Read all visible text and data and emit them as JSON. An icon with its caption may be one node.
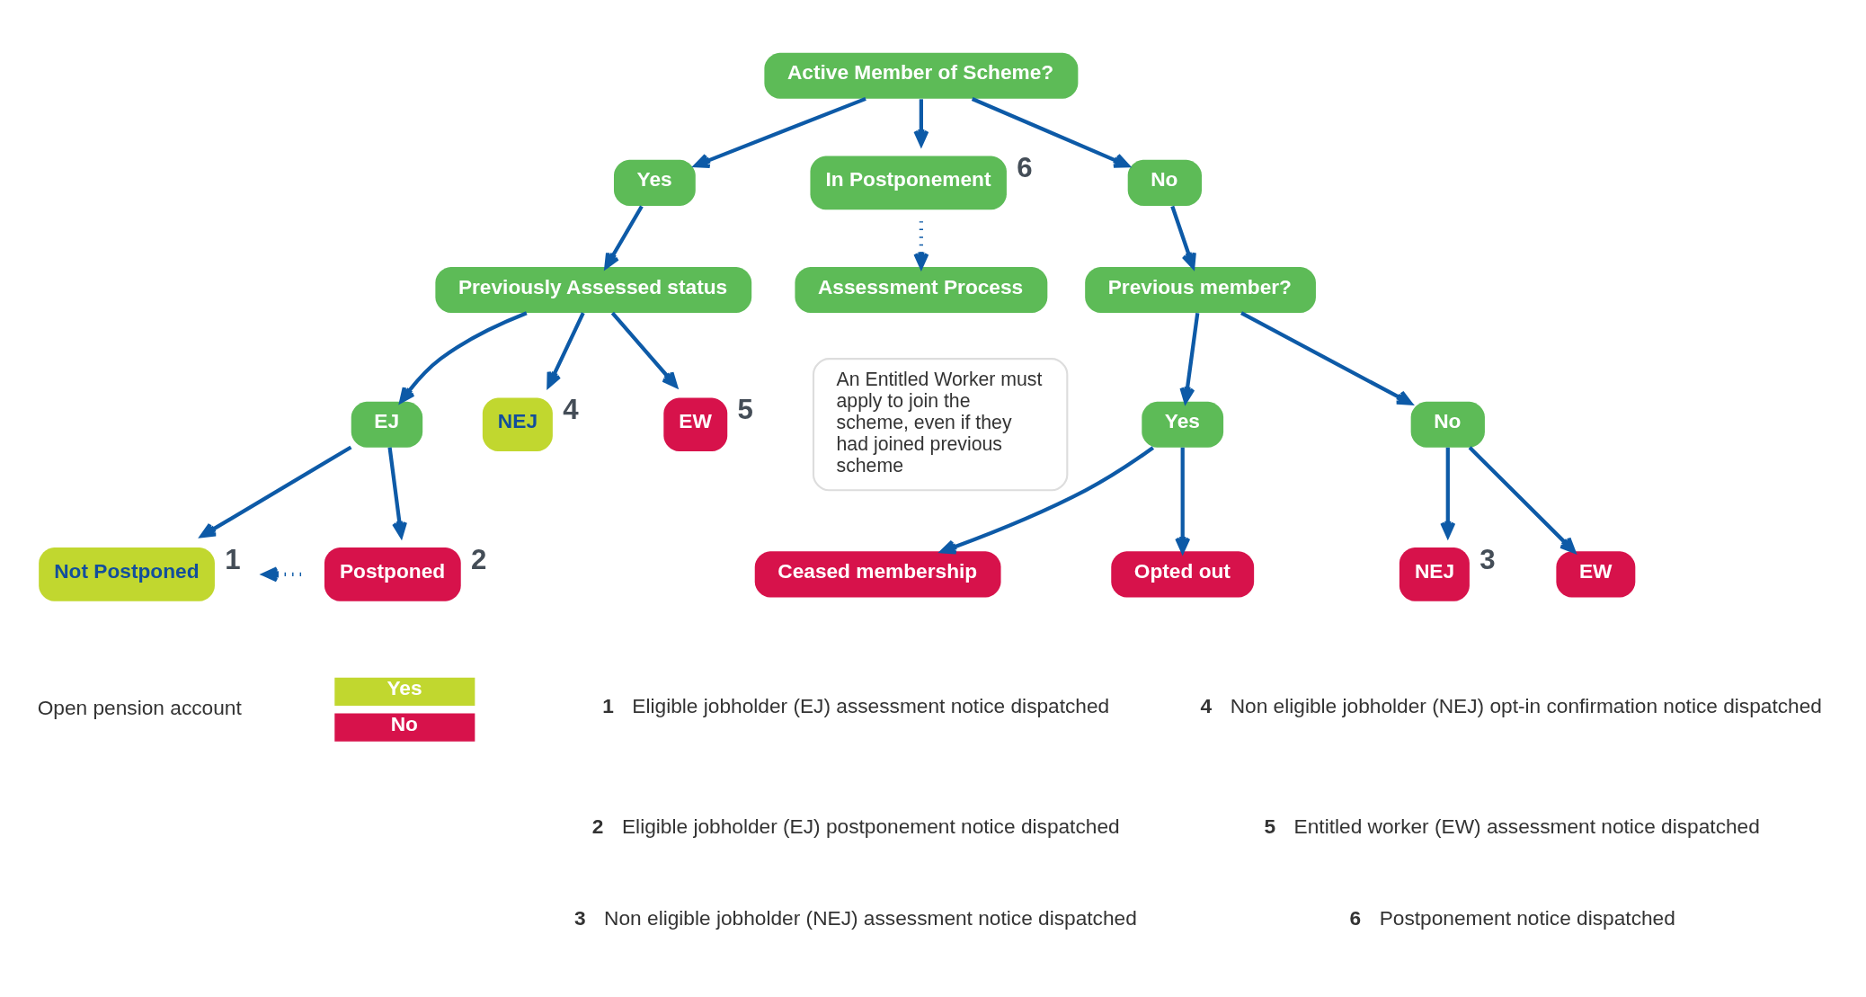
{
  "diagram": {
    "nodes": [
      {
        "text": [
          "Active Member of Scheme?"
        ]
      },
      {
        "text": [
          "Yes"
        ]
      },
      {
        "text": [
          "In Postponement"
        ],
        "beside": [
          "6"
        ]
      },
      {
        "text": [
          "No"
        ]
      },
      {
        "text": [
          "Previously Assessed status"
        ]
      },
      {
        "text": [
          "Assessment Process"
        ]
      },
      {
        "text": [
          "Previous member?"
        ]
      },
      {
        "text": [
          "EJ"
        ]
      },
      {
        "text": [
          "NEJ"
        ],
        "beside": [
          "4"
        ]
      },
      {
        "text": [
          "EW"
        ],
        "beside": [
          "5"
        ]
      },
      {
        "text": [
          "Not Postponed"
        ],
        "beside": [
          "1"
        ]
      },
      {
        "text": [
          "Postponed"
        ],
        "beside": [
          "2"
        ]
      },
      {
        "text": [
          "Yes"
        ]
      },
      {
        "text": [
          "No"
        ]
      },
      {
        "text": [
          "Ceased membership"
        ]
      },
      {
        "text": [
          "Opted out"
        ]
      },
      {
        "text": [
          "NEJ"
        ],
        "beside": [
          "3"
        ]
      },
      {
        "text": [
          "EW"
        ]
      },
      {
        "text": [
          "An Entitled Worker must apply to join the scheme, even if they had joined previous scheme"
        ]
      }
    ],
    "edges": [
      {
        "from": 0,
        "to": 1,
        "arrow": "to"
      },
      {
        "from": 0,
        "to": 2,
        "arrow": "to"
      },
      {
        "from": 0,
        "to": 3,
        "arrow": "to"
      },
      {
        "from": 1,
        "to": 4,
        "arrow": "to"
      },
      {
        "from": 2,
        "to": 5,
        "arrow": "to",
        "style": "dashed"
      },
      {
        "from": 3,
        "to": 6,
        "arrow": "to"
      },
      {
        "from": 4,
        "to": 7,
        "arrow": "to"
      },
      {
        "from": 4,
        "to": 8,
        "arrow": "to"
      },
      {
        "from": 4,
        "to": 9,
        "arrow": "to"
      },
      {
        "from": 7,
        "to": 10,
        "arrow": "to"
      },
      {
        "from": 7,
        "to": 11,
        "arrow": "to"
      },
      {
        "from": 11,
        "to": 10,
        "arrow": "to",
        "style": "dashed"
      },
      {
        "from": 6,
        "to": 12,
        "arrow": "to"
      },
      {
        "from": 6,
        "to": 13,
        "arrow": "to"
      },
      {
        "from": 12,
        "to": 14,
        "arrow": "to"
      },
      {
        "from": 12,
        "to": 15,
        "arrow": "to"
      },
      {
        "from": 13,
        "to": 16,
        "arrow": "to"
      },
      {
        "from": 13,
        "to": 17,
        "arrow": "to"
      }
    ],
    "labels": [
      "Open pension account",
      "1",
      "Eligible jobholder (EJ) assessment notice dispatched",
      "2",
      "Eligible jobholder (EJ) postponement notice dispatched",
      "3",
      "Non eligible jobholder (NEJ) assessment notice dispatched",
      "4",
      "Non eligible jobholder (NEJ) opt-in confirmation notice dispatched",
      "5",
      "Entitled worker (EW) assessment notice dispatched",
      "6",
      "Postponement notice dispatched"
    ],
    "legend": [
      {
        "text": "Yes",
        "color": "#c1d72f"
      },
      {
        "text": "No",
        "color": "#d7124b"
      }
    ]
  }
}
